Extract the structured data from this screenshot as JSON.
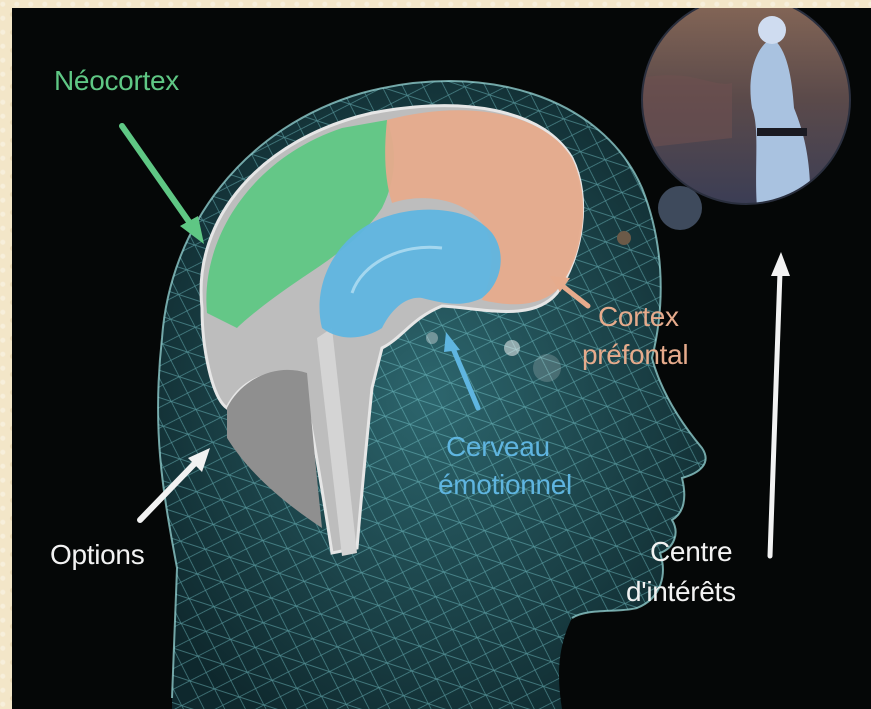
{
  "labels": {
    "neocortex": "Néocortex",
    "cortex_prefontal_line1": "Cortex",
    "cortex_prefontal_line2": "préfontal",
    "cerveau_emotionnel_line1": "Cerveau",
    "cerveau_emotionnel_line2": "émotionnel",
    "options": "Options",
    "centre_interets_line1": "Centre",
    "centre_interets_line2": "d'intérêts"
  },
  "colors": {
    "background": "#050707",
    "frame": "#f3e6c8",
    "neocortex": "#5fc784",
    "prefrontal": "#e6ab8c",
    "emotional": "#5fb5e0",
    "white_label": "#f2f2f2",
    "head_mesh": "#3a8f96",
    "brain_gray": "#b8b8b8"
  },
  "icons": {
    "neocortex_arrow": "arrow-down-right",
    "prefrontal_arrow": "arrow-up-left",
    "emotional_arrow": "arrow-up-left",
    "options_arrow": "arrow-up-right",
    "interets_arrow": "arrow-up"
  }
}
